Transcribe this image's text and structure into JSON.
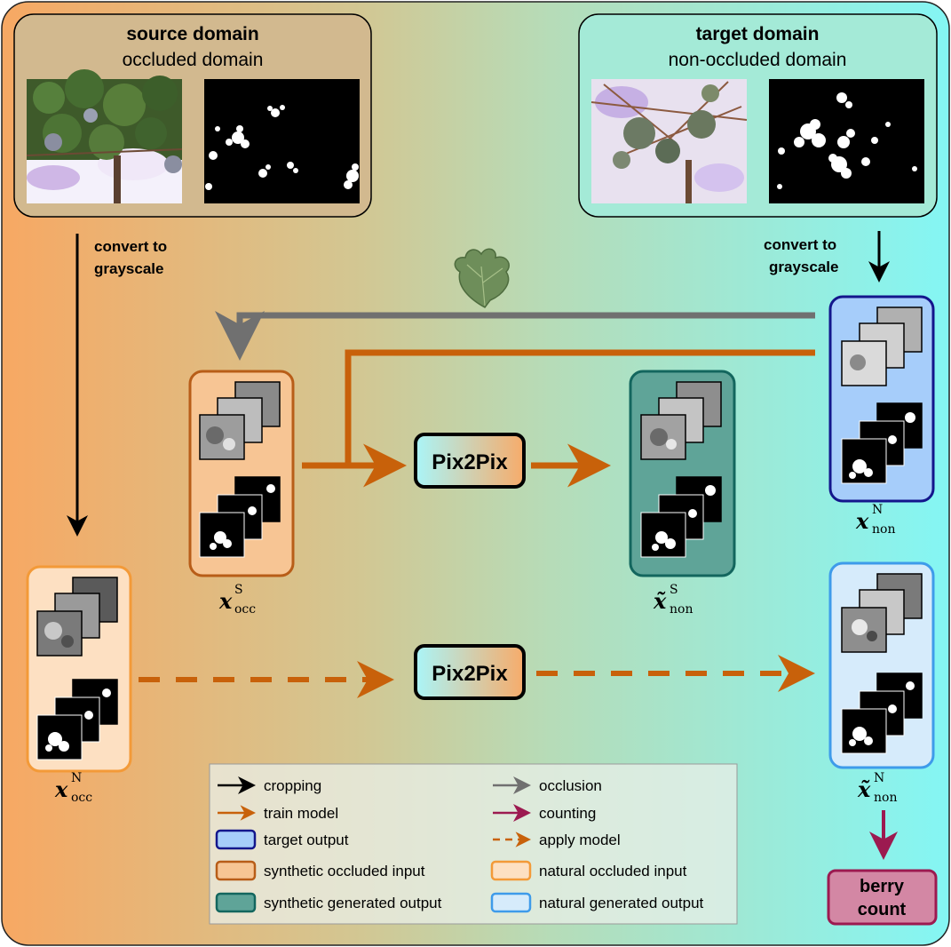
{
  "source_domain": {
    "title": "source domain",
    "subtitle": "occluded domain"
  },
  "target_domain": {
    "title": "target domain",
    "subtitle": "non-occluded domain"
  },
  "convert_left": {
    "line1": "convert to",
    "line2": "grayscale"
  },
  "convert_right": {
    "line1": "convert to",
    "line2": "grayscale"
  },
  "pix2pix_train": "Pix2Pix",
  "pix2pix_apply": "Pix2Pix",
  "labels": {
    "x_occ_S": {
      "base": "x",
      "sup": "S",
      "sub": "occ"
    },
    "x_non_S": {
      "base": "x̃",
      "sup": "S",
      "sub": "non"
    },
    "x_non_N": {
      "base": "x",
      "sup": "N",
      "sub": "non"
    },
    "x_occ_N": {
      "base": "x",
      "sup": "N",
      "sub": "occ"
    },
    "x_non_N_gen": {
      "base": "x̃",
      "sup": "N",
      "sub": "non"
    }
  },
  "berry_count": {
    "line1": "berry",
    "line2": "count"
  },
  "legend": {
    "cropping": "cropping",
    "occlusion": "occlusion",
    "train_model": "train model",
    "counting": "counting",
    "target_output": "target output",
    "apply_model": "apply model",
    "synthetic_occluded_input": "synthetic occluded input",
    "natural_occluded_input": "natural occluded input",
    "synthetic_generated_output": "synthetic generated output",
    "natural_generated_output": "natural generated output"
  },
  "colors": {
    "orange_arrow": "#c8610a",
    "gray_arrow": "#707070",
    "counting": "#9c1a50",
    "synthetic_occluded_fill": "#f7c594",
    "synthetic_occluded_border": "#b85d18",
    "synthetic_generated_fill": "#5fa498",
    "synthetic_generated_border": "#13665e",
    "target_output_fill": "#a6cdfa",
    "target_output_border": "#13168c",
    "natural_occluded_fill": "#fde0c2",
    "natural_occluded_border": "#f39a38",
    "natural_generated_fill": "#d6ebfb",
    "natural_generated_border": "#3e9bea",
    "berry_fill": "#d387a4"
  }
}
